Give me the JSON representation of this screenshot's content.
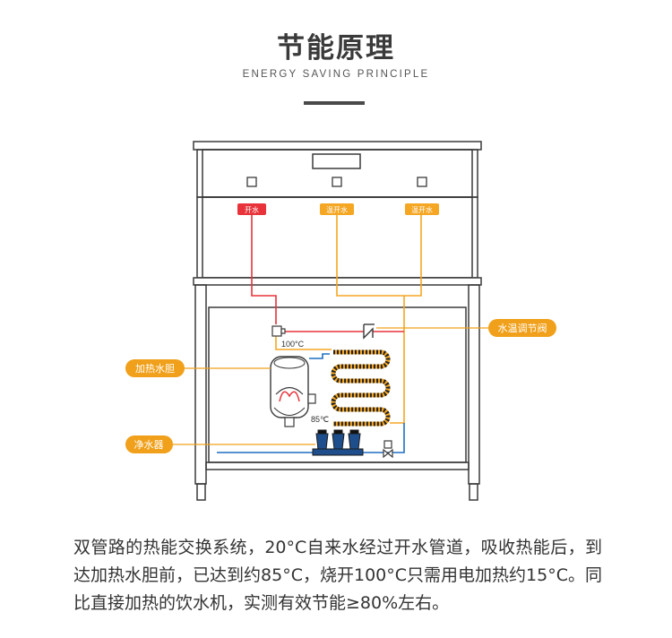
{
  "header": {
    "title": "节能原理",
    "subtitle": "ENERGY SAVING PRINCIPLE"
  },
  "diagram": {
    "outlet_labels": [
      "开水",
      "温开水",
      "温开水"
    ],
    "callouts": {
      "valve": "水温调节阀",
      "tank": "加热水胆",
      "purifier": "净水器"
    },
    "temps": {
      "boil": "100°C",
      "warm": "85℃"
    },
    "colors": {
      "hot_pipe": "#e8333a",
      "warm_pipe": "#f5a623",
      "cold_pipe": "#1e6fc2",
      "callout": "#f0a01a",
      "outline": "#3a3a3a"
    }
  },
  "caption": "双管路的热能交换系统，20°C自来水经过开水管道，吸收热能后，到达加热水胆前，已达到约85°C，烧开100°C只需用电加热约15°C。同比直接加热的饮水机，实测有效节能≥80%左右。"
}
